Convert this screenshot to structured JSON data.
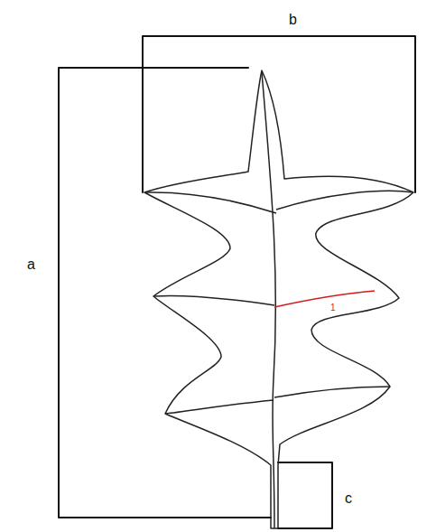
{
  "diagram": {
    "labels": [
      "a",
      "b",
      "c",
      "1"
    ]
  }
}
